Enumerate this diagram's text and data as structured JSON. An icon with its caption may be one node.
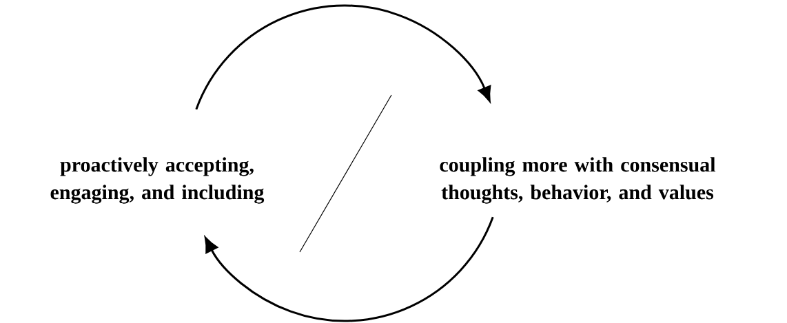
{
  "diagram": {
    "nodes": [
      {
        "text": [
          "proactively accepting, engaging, and including"
        ]
      },
      {
        "text": [
          "coupling more with consensual thoughts, behavior, and values"
        ]
      }
    ],
    "edges": [
      {
        "from": 0,
        "to": 1,
        "arrow": "to"
      },
      {
        "from": 1,
        "to": 0,
        "arrow": "to"
      }
    ]
  }
}
